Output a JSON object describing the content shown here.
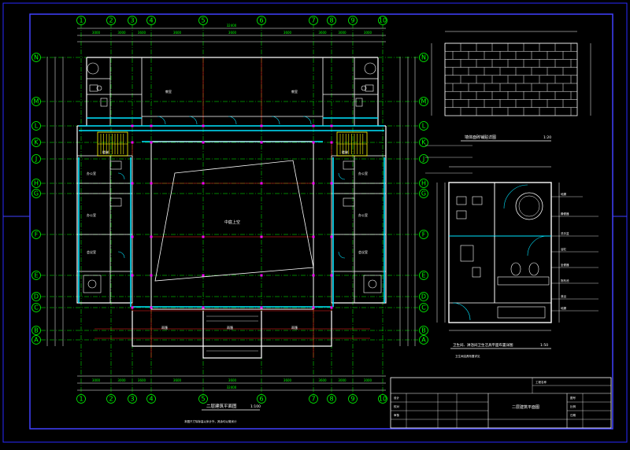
{
  "axes": {
    "columns": [
      "1",
      "2",
      "3",
      "4",
      "5",
      "6",
      "7",
      "8",
      "9",
      "10"
    ],
    "rows": [
      "N",
      "M",
      "L",
      "K",
      "J",
      "H",
      "G",
      "F",
      "E",
      "D",
      "C",
      "B",
      "A"
    ]
  },
  "plan": {
    "title": "二层建筑平面图",
    "scale": "1:100",
    "center_label": "中庭上空",
    "bottom_left_label": "雨篷",
    "bottom_center_label": "雨篷",
    "bottom_right_label": "雨篷",
    "stair_labels": [
      "楼梯",
      "楼梯"
    ],
    "room_labels": [
      "教室",
      "教室",
      "办公室",
      "办公室",
      "办公室",
      "办公室",
      "会议室",
      "会议室"
    ],
    "dim_top_total": "32400",
    "dim_bottom_total": "32400",
    "dim_bays": [
      "3000",
      "3000",
      "3600",
      "3600",
      "3600",
      "3600",
      "3600",
      "3000",
      "3000"
    ]
  },
  "details": {
    "brick_title": "墙体面砖铺贴详图",
    "brick_scale": "1:20",
    "toilet_title": "卫生间、淋浴间卫生洁具平面布置详图",
    "toilet_scale": "1:50",
    "toilet_note": "卫生间洁具布置详见",
    "toilet_annotations": [
      "地漏",
      "蹲便器",
      "洗手盆",
      "浴缸",
      "坐便器",
      "拖布池",
      "淋浴",
      "地漏"
    ]
  },
  "title_block": {
    "drawing_name": "二层建筑平面图",
    "labels": [
      "工程名称",
      "设计",
      "校对",
      "审核",
      "图号",
      "比例",
      "日期"
    ]
  },
  "footer_note": "本图尺寸除标高以米计外，其余均以毫米计"
}
